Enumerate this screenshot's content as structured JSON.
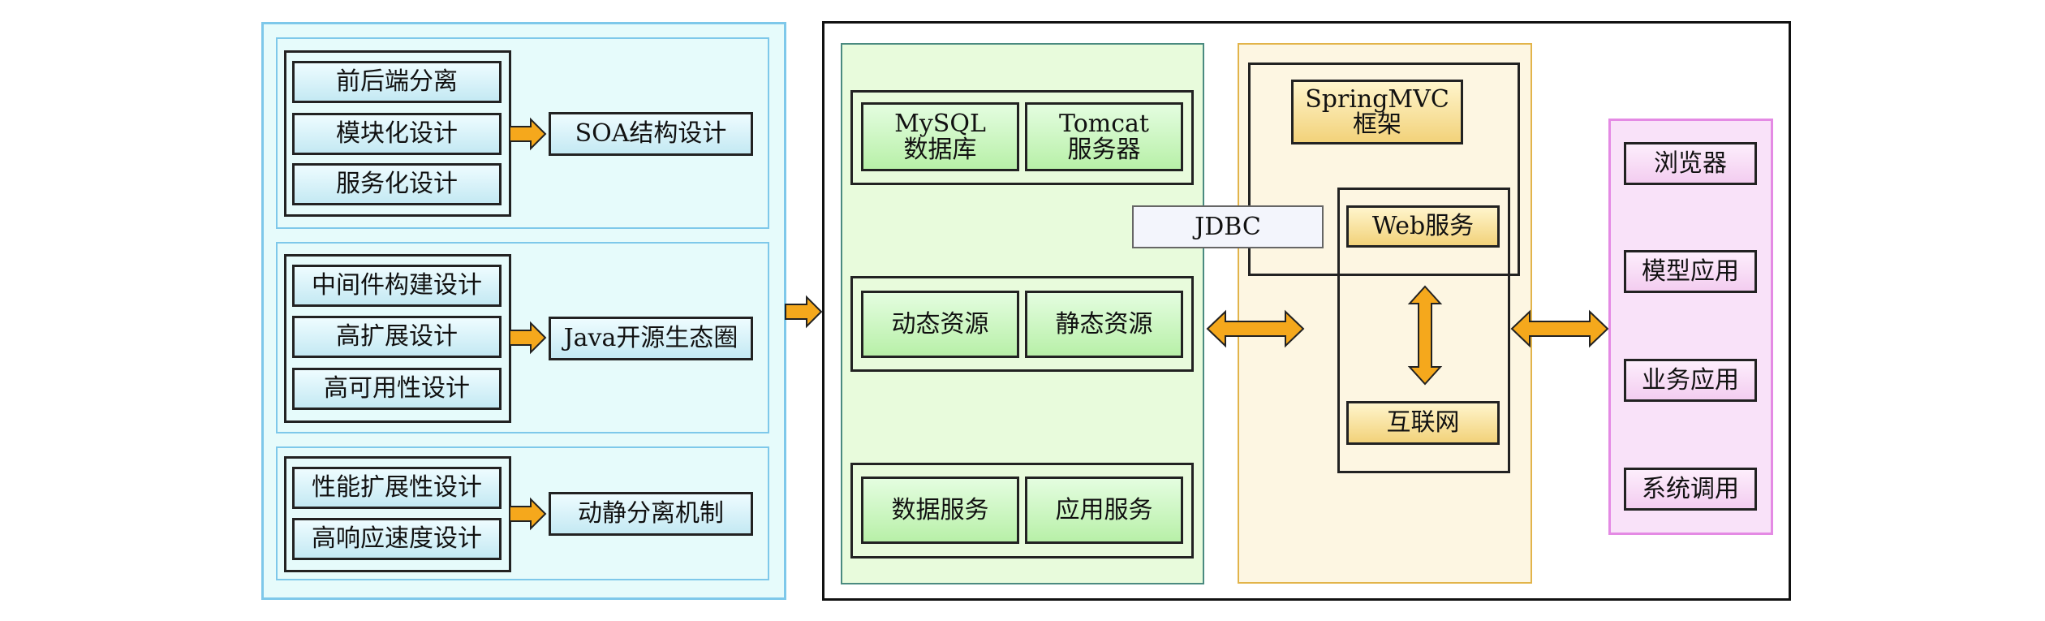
{
  "left": {
    "groups": [
      {
        "items": [
          "前后端分离",
          "模块化设计",
          "服务化设计"
        ],
        "result": "SOA结构设计"
      },
      {
        "items": [
          "中间件构建设计",
          "高扩展设计",
          "高可用性设计"
        ],
        "result": "Java开源生态圈"
      },
      {
        "items": [
          "性能扩展性设计",
          "高响应速度设计"
        ],
        "result": "动静分离机制"
      }
    ]
  },
  "green": {
    "rows": [
      [
        "MySQL\n数据库",
        "Tomcat\n服务器"
      ],
      [
        "动态资源",
        "静态资源"
      ],
      [
        "数据服务",
        "应用服务"
      ]
    ]
  },
  "jdbc": "JDBC",
  "yellow": {
    "framework": "SpringMVC\n框架",
    "web_service": "Web服务",
    "internet": "互联网"
  },
  "pink": {
    "items": [
      "浏览器",
      "模型应用",
      "业务应用",
      "系统调用"
    ]
  },
  "colors": {
    "arrow_fill": "#f5a81c",
    "left_panel": "#e6fbfb",
    "green_panel": "#e8fbdc",
    "yellow_panel": "#fdf6e2",
    "pink_panel": "#f9e2f9"
  }
}
